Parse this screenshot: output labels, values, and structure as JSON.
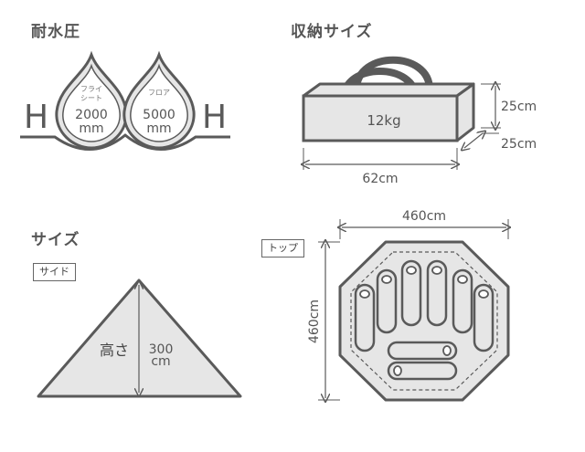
{
  "sections": {
    "water_pressure": "耐水圧",
    "storage_size": "収納サイズ",
    "size": "サイズ"
  },
  "water_pressure": {
    "left_h": "H",
    "right_h": "H",
    "fly_label_1": "フライ",
    "fly_label_2": "シート",
    "fly_value": "2000",
    "fly_unit": "mm",
    "floor_label": "フロア",
    "floor_value": "5000",
    "floor_unit": "mm"
  },
  "storage": {
    "weight": "12kg",
    "height": "25cm",
    "depth": "25cm",
    "width": "62cm"
  },
  "side_view": {
    "tag": "サイド",
    "height_label": "高さ",
    "height_value": "300",
    "height_unit": "cm"
  },
  "top_view": {
    "tag": "トップ",
    "width": "460cm",
    "depth": "460cm"
  },
  "colors": {
    "line": "#5a5a5a",
    "fill": "#e6e6e6"
  }
}
